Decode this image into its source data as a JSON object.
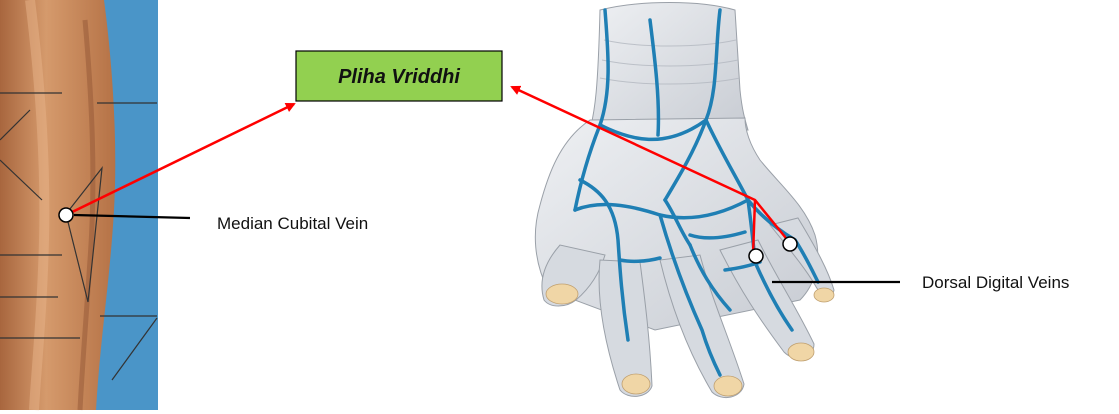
{
  "title_box": {
    "text": "Pliha Vriddhi",
    "fill": "#92d050",
    "border": "#000000"
  },
  "labels": {
    "median_cubital": "Median Cubital Vein",
    "dorsal_digital": "Dorsal Digital Veins"
  },
  "colors": {
    "arrow": "#ff0000",
    "vein": "#1f7fb4",
    "skin": "#c9875c",
    "backdrop": "#4a95c8",
    "hand": "#d9dde3",
    "nail": "#f0d6a6"
  }
}
